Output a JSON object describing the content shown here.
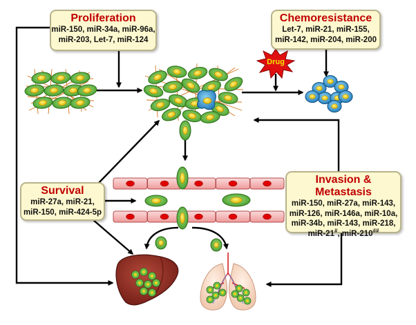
{
  "colors": {
    "title": "#c00000",
    "box_fill": "#fdf8cf",
    "cell_green": "#6cc04a",
    "nucleus_yellow": "#f3d21b",
    "vessel_pink": "#f5b8b8",
    "rbc_red": "#e00000",
    "resistant_cell_blue": "#3ba5d8",
    "drug_burst": "#e01010",
    "liver": "#8b2323",
    "lung": "#f6d7c5"
  },
  "proliferation": {
    "title": "Proliferation",
    "lines": [
      "miR-150, miR-34a, miR-96a,",
      "miR-203, Let-7, miR-124"
    ]
  },
  "chemoresistance": {
    "title": "Chemoresistance",
    "lines": [
      "Let-7, miR-21, miR-155,",
      "miR-142, miR-204, miR-200"
    ]
  },
  "survival": {
    "title": "Survival",
    "lines": [
      "miR-27a, miR-21,",
      "miR-150, miR-424-5p"
    ]
  },
  "invasion": {
    "title": "Invasion & Metastasis",
    "lines": [
      "miR-150, miR-27a, miR-143,",
      "miR-126, miR-146a, miR-10a,",
      "miR-34b, miR-143, miR-218,"
    ],
    "last_line": {
      "part1": "miR-21",
      "sup1": "#",
      "part2": ", miR-210",
      "sup2": "##"
    }
  },
  "drug": {
    "label": "Drug"
  },
  "icons": [
    "tumor-cell-cluster-icon",
    "blood-vessel-icon",
    "liver-icon",
    "lungs-icon",
    "drug-burst-icon",
    "resistant-cells-icon"
  ]
}
